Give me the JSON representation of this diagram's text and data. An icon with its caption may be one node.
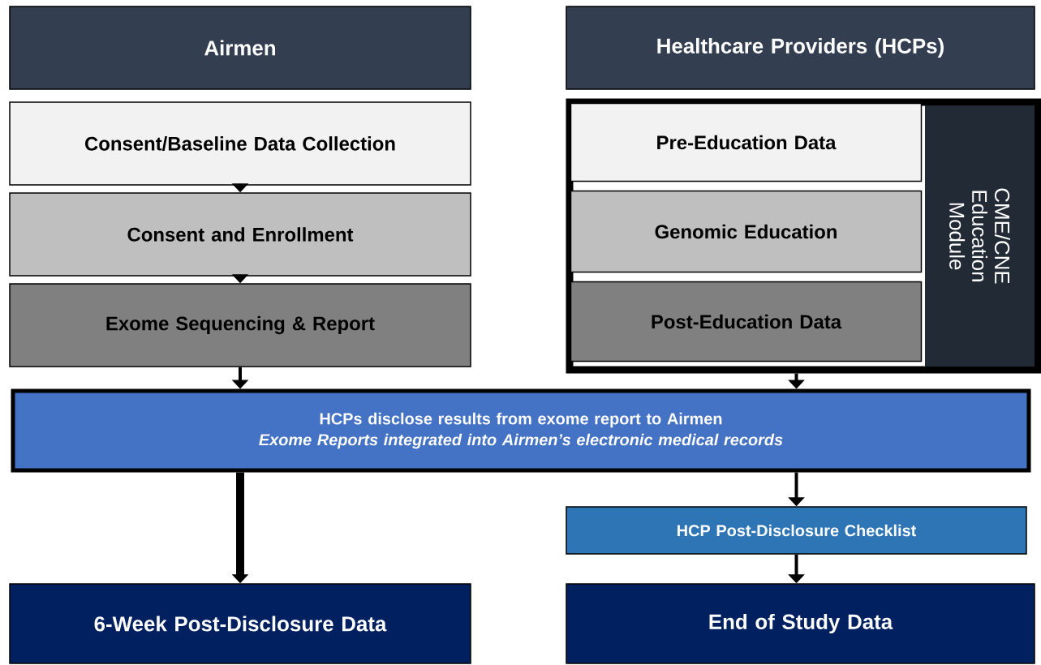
{
  "diagram": {
    "nodes": [
      {
        "text": [
          "Airmen"
        ]
      },
      {
        "text": [
          "Healthcare Providers (HCPs)"
        ]
      },
      {
        "text": [
          "Consent/Baseline Data Collection"
        ]
      },
      {
        "text": [
          "Consent and Enrollment"
        ]
      },
      {
        "text": [
          "Exome Sequencing & Report"
        ]
      },
      {
        "text": [
          "CME/CNE Education Module"
        ]
      },
      {
        "text": [
          "Pre-Education Data"
        ],
        "in": 5
      },
      {
        "text": [
          "Genomic Education"
        ],
        "in": 5
      },
      {
        "text": [
          "Post-Education Data"
        ],
        "in": 5
      },
      {
        "text": [
          "HCPs disclose results from exome report to Airmen",
          "Exome Reports integrated into Airmen’s electronic medical records"
        ]
      },
      {
        "text": [
          "HCP Post-Disclosure Checklist"
        ]
      },
      {
        "text": [
          "6-Week Post-Disclosure Data"
        ]
      },
      {
        "text": [
          "End of Study Data"
        ]
      }
    ],
    "edges": [
      {
        "from": 2,
        "to": 3,
        "arrow": "to"
      },
      {
        "from": 3,
        "to": 4,
        "arrow": "to"
      },
      {
        "from": 4,
        "to": 9,
        "arrow": "to"
      },
      {
        "from": 5,
        "to": 9,
        "arrow": "to"
      },
      {
        "from": 9,
        "to": 11,
        "arrow": "to",
        "style": "thick"
      },
      {
        "from": 9,
        "to": 10,
        "arrow": "to"
      },
      {
        "from": 10,
        "to": 12,
        "arrow": "to"
      }
    ]
  }
}
